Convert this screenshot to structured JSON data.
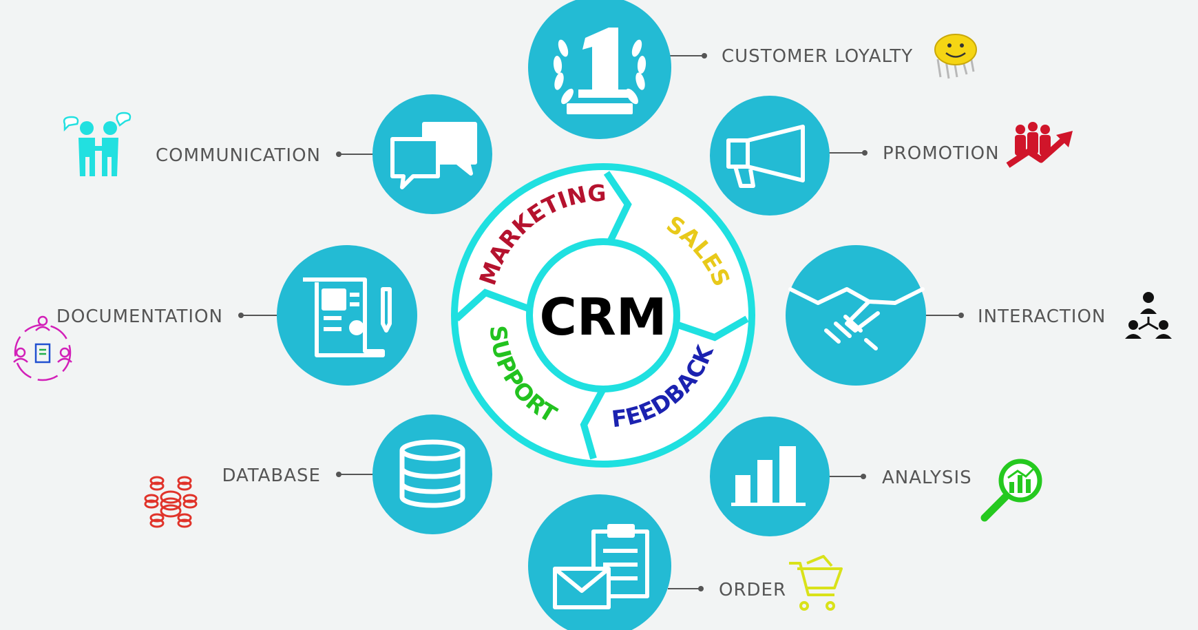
{
  "center": {
    "title": "CRM",
    "segments": {
      "marketing": "MARKETING",
      "sales": "SALES",
      "feedback": "FEEDBACK",
      "support": "SUPPORT"
    }
  },
  "features": {
    "customer_loyalty": "CUSTOMER LOYALTY",
    "promotion": "PROMOTION",
    "interaction": "INTERACTION",
    "analysis": "ANALYSIS",
    "order": "ORDER",
    "database": "DATABASE",
    "documentation": "DOCUMENTATION",
    "communication": "COMMUNICATION"
  },
  "icons": {
    "customer_loyalty": "award-number-one-icon",
    "promotion": "megaphone-icon",
    "interaction": "handshake-icon",
    "analysis": "bar-chart-icon",
    "order": "envelope-clipboard-icon",
    "database": "database-icon",
    "documentation": "document-pen-icon",
    "communication": "chat-bubbles-icon"
  },
  "colors": {
    "node": "#23bbd4",
    "ring": "#1fe0e0",
    "label_text": "#555555",
    "marketing": "#b5122e",
    "sales": "#e8c91a",
    "feedback": "#1b22b0",
    "support": "#22c21f",
    "crm": "#000000"
  }
}
